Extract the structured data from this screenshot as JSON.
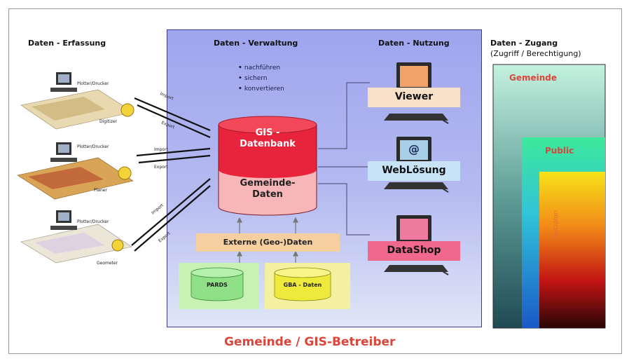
{
  "headers": {
    "capture": "Daten - Erfassung",
    "management": "Daten - Verwaltung",
    "usage": "Daten - Nutzung",
    "access": "Daten - Zugang",
    "access_sub": "(Zugriff / Berechtigung)"
  },
  "management": {
    "bullets": [
      "nachführen",
      "sichern",
      "konvertieren"
    ],
    "db_top": [
      "GIS -",
      "Datenbank"
    ],
    "db_bottom": [
      "Gemeinde-",
      "Daten"
    ],
    "external": "Externe (Geo-)Daten",
    "sources": [
      "PARDS",
      "GBA - Daten"
    ]
  },
  "capture": {
    "stations": [
      {
        "device": "Plotter/Drucker",
        "role": "Digitizer"
      },
      {
        "device": "Plotter/Drucker",
        "role": "Planer"
      },
      {
        "device": "Plotter/Drucker",
        "role": "Geometer"
      }
    ],
    "link_labels": [
      "Import",
      "Export"
    ]
  },
  "usage": {
    "clients": [
      "Viewer",
      "WebLösung",
      "DataShop"
    ],
    "screen_symbol": "@"
  },
  "access": {
    "levels": [
      "Gemeinde",
      "Public",
      "Nutzplan"
    ]
  },
  "footer": "Gemeinde / GIS-Betreiber",
  "colors": {
    "footer": "#d9463b",
    "db_top": "#e8243c",
    "db_bottom": "#f7b6b8",
    "panel": "#a9aef0"
  }
}
